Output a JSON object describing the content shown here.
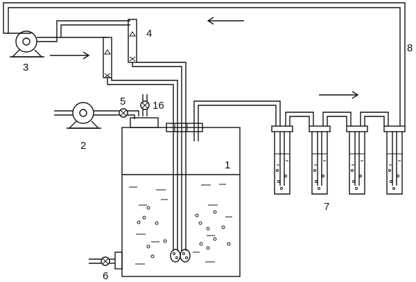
{
  "labels": {
    "tank": "1",
    "pump_bottom": "2",
    "pump_top": "3",
    "flowmeters": "4",
    "valve_air": "5",
    "valve_drain": "6",
    "absorbers": "7",
    "return_pipe": "8",
    "valve_vent": "16"
  },
  "icons": {
    "flow_arrow": "arrow-icon",
    "pump": "pump-icon",
    "valve": "valve-icon",
    "flowmeter": "flowmeter-icon",
    "bubbles": "bubble-icon"
  }
}
